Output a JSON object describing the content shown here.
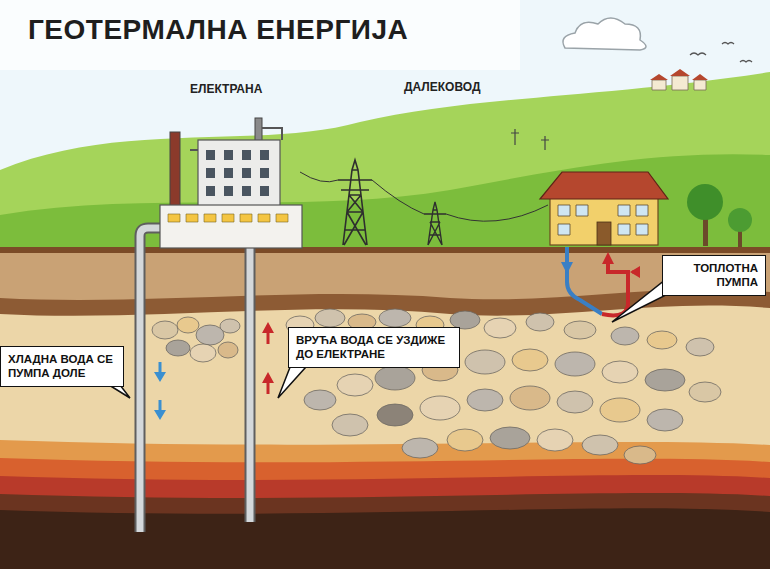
{
  "diagram": {
    "title": "ГЕОТЕРМАЛНА ЕНЕРГИЈА",
    "nodes": [
      {
        "text": [
          "ХЛАДНА ВОДА СЕ ПУМПА ДОЛЕ"
        ]
      },
      {
        "text": [
          "ВРУЋА ВОДА СЕ УЗДИЖЕ ДО ЕЛЕКТРАНЕ"
        ]
      },
      {
        "text": [
          "ТОПЛОТНА ПУМПА"
        ]
      }
    ],
    "labels": [
      "ЕЛЕКТРАНА",
      "ДАЛЕКОВОД"
    ]
  }
}
